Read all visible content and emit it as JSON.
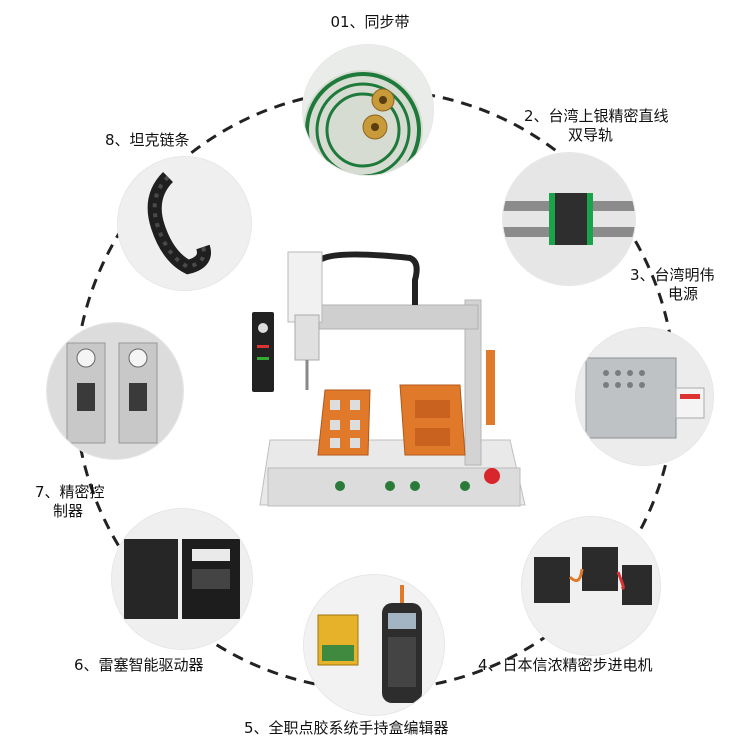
{
  "components": [
    {
      "id": "timing-belt",
      "line1": "01、同步带",
      "line2": ""
    },
    {
      "id": "linear-guide",
      "line1": "2、台湾上银精密直线",
      "line2": "双导轨"
    },
    {
      "id": "power-supply",
      "line1": "3、台湾明伟",
      "line2": "电源"
    },
    {
      "id": "stepper-motor",
      "line1": "4、日本信浓精密步进电机",
      "line2": ""
    },
    {
      "id": "teach-pendant",
      "line1": "5、全职点胶系统手持盒编辑器",
      "line2": ""
    },
    {
      "id": "driver",
      "line1": "6、雷塞智能驱动器",
      "line2": ""
    },
    {
      "id": "controller",
      "line1": "7、精密控",
      "line2": "制器"
    },
    {
      "id": "drag-chain",
      "line1": "8、坦克链条",
      "line2": ""
    }
  ],
  "colors": {
    "ring": "#222222",
    "machine_frame": "#d9d9d9",
    "fixture_orange": "#e07a2a",
    "belt_green": "#1e7a3a",
    "guide_green": "#1aa34a"
  }
}
